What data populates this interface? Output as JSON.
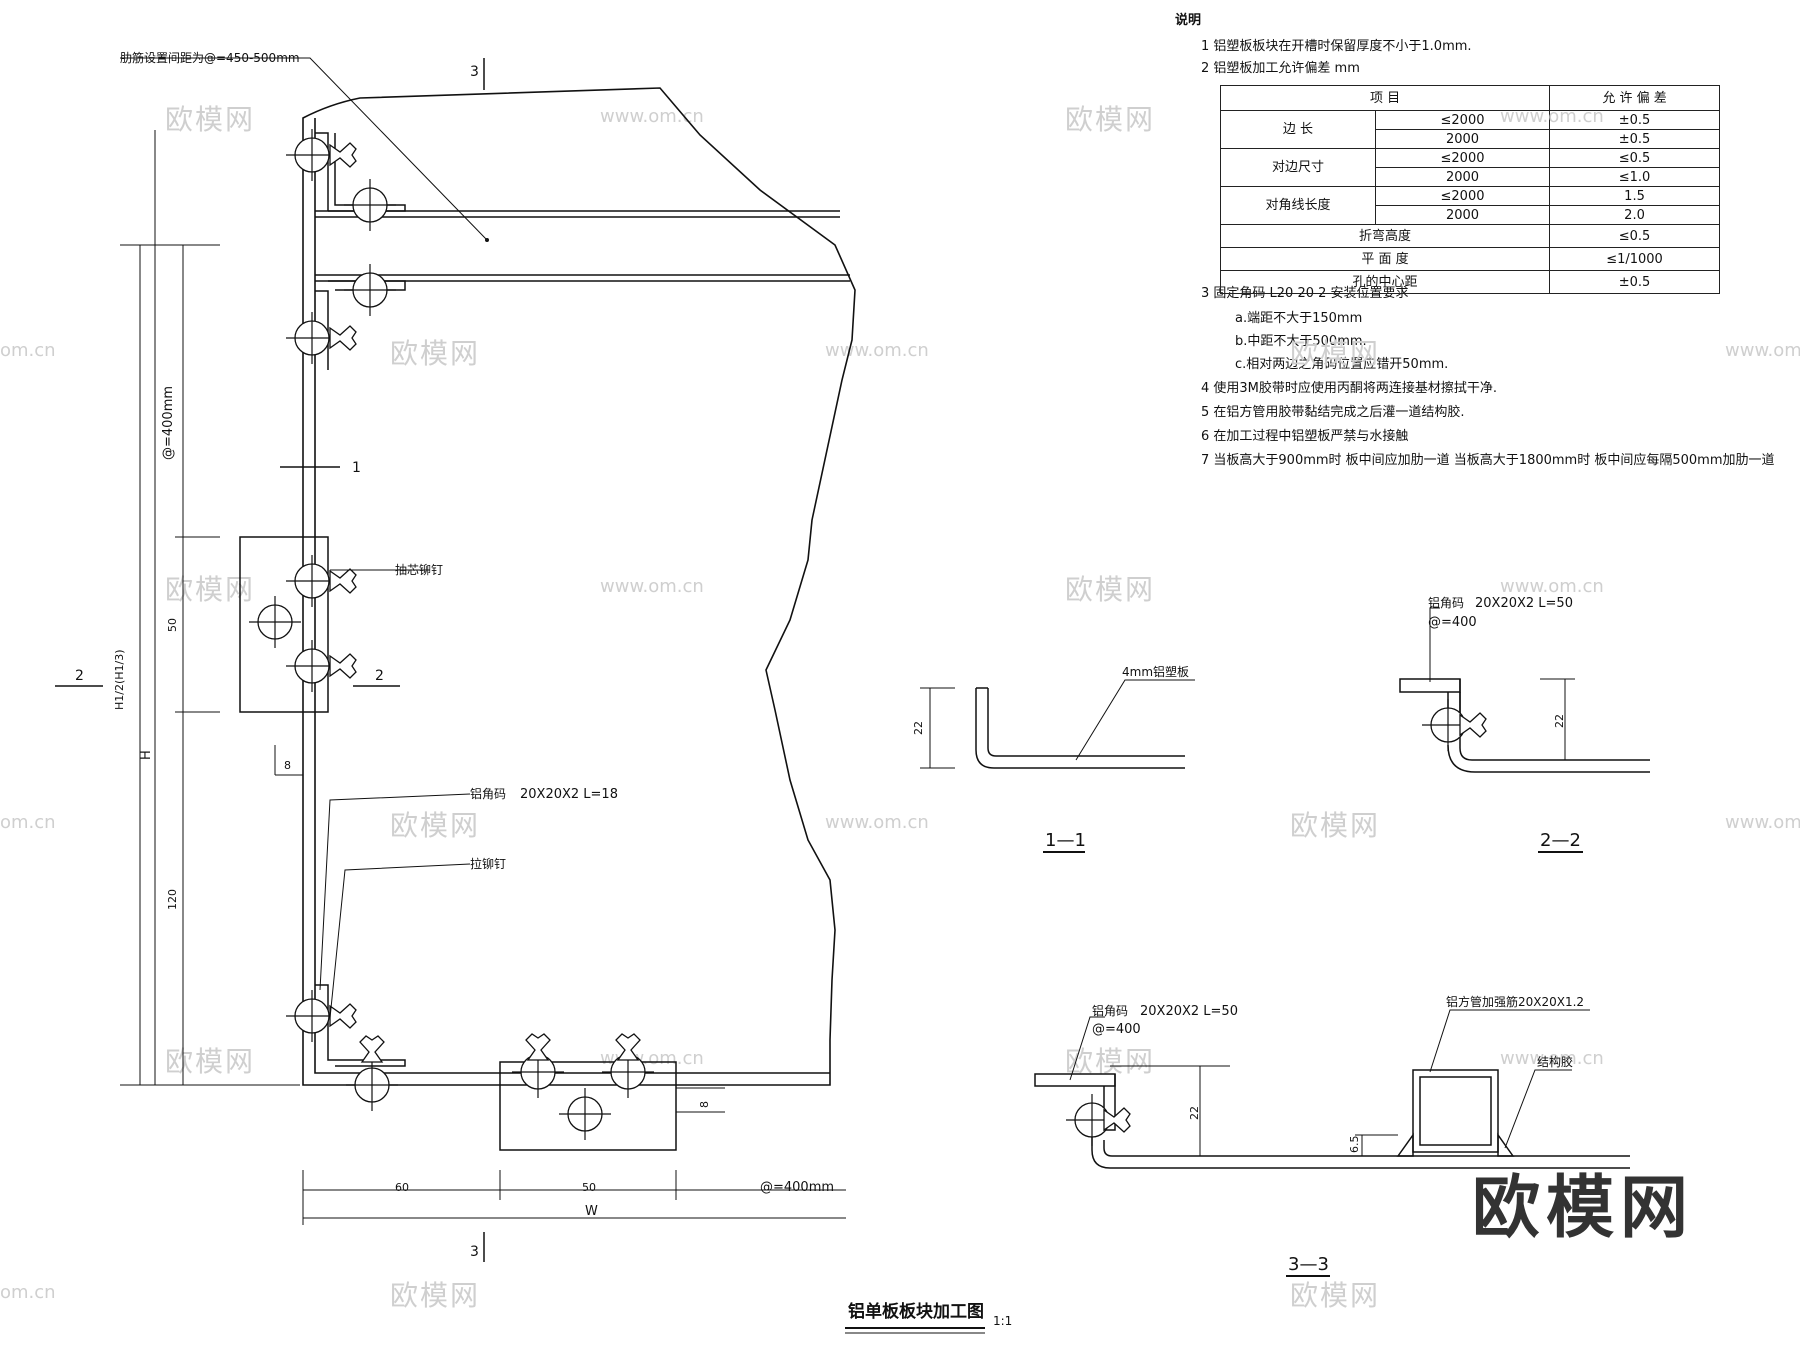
{
  "notes": {
    "header": "说明",
    "n1": "1  铝塑板板块在开槽时保留厚度不小于1.0mm.",
    "n2": "2  铝塑板加工允许偏差 mm",
    "n3": "3  固定角码 L20   20 2  安装位置要求",
    "n3a": "a.端距不大于150mm",
    "n3b": "b.中距不大于500mm.",
    "n3c": "c.相对两边之角码位置应错开50mm.",
    "n4": "4  使用3M胶带时应使用丙酮将两连接基材擦拭干净.",
    "n5": "5  在铝方管用胶带黏结完成之后灌一道结构胶.",
    "n6": "6  在加工过程中铝塑板严禁与水接触",
    "n7": "7  当板高大于900mm时  板中间应加肋一道  当板高大于1800mm时  板中间应每隔500mm加肋一道"
  },
  "table": {
    "col1": "项        目",
    "col3": "允 许 偏 差",
    "rows": [
      {
        "item": "边    长",
        "c1": "≤2000",
        "v1": "±0.5",
        "c2": "2000",
        "v2": "±0.5"
      },
      {
        "item": "对边尺寸",
        "c1": "≤2000",
        "v1": "≤0.5",
        "c2": "2000",
        "v2": "≤1.0"
      },
      {
        "item": "对角线长度",
        "c1": "≤2000",
        "v1": "1.5",
        "c2": "2000",
        "v2": "2.0"
      }
    ],
    "single": [
      {
        "item": "折弯高度",
        "value": "≤0.5"
      },
      {
        "item": "平  面  度",
        "value": "≤1/1000"
      },
      {
        "item": "孔的中心距",
        "value": "±0.5"
      }
    ]
  },
  "main": {
    "rib_note": "肋筋设置间距为@=450-500mm",
    "label_3": "3",
    "label_1": "1",
    "label_2": "2",
    "spacing_v": "@=400mm",
    "dim_50_v": "50",
    "dim_h2": "H1/2(H1/3)",
    "dim_H": "H",
    "dim_120": "120",
    "dim_8": "8",
    "rivet_core": "抽芯铆钉",
    "angle_code": "铝角码",
    "angle_spec": "20X20X2   L=18",
    "pull_rivet": "拉铆钉",
    "dim_60": "60",
    "dim_50_h": "50",
    "spacing_h": "@=400mm",
    "dim_W": "W",
    "dim_8b": "8",
    "title": "铝单板板块加工图",
    "scale": "1:1"
  },
  "section11": {
    "thickness_label": "4mm铝塑板",
    "dim": "22",
    "name": "1—1"
  },
  "section22": {
    "angle_code": "铝角码",
    "spec": "20X20X2   L=50",
    "spacing": "@=400",
    "dim": "22",
    "name": "2—2"
  },
  "section33": {
    "angle_code": "铝角码",
    "spec": "20X20X2   L=50",
    "spacing": "@=400",
    "tube_label": "铝方管加强筋20X20X1.2",
    "glue_label": "结构胶",
    "dim22": "22",
    "dim65": "6.5",
    "name": "3—3"
  },
  "watermarks": {
    "cn": "欧模网",
    "url": "www.om.cn",
    "url_short": "om.cn",
    "logo": "欧模网"
  },
  "colors": {
    "line": "#111111",
    "watermark": "#cfcfcf",
    "fill": "#ffffff"
  }
}
